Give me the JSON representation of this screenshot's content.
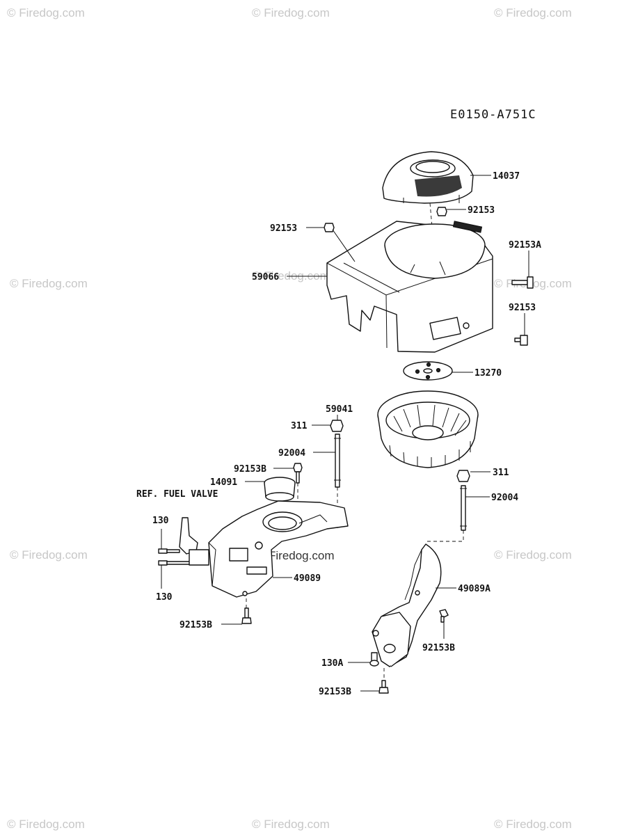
{
  "diagram_code": "E0150-A751C",
  "reference_label": "REF. FUEL VALVE",
  "watermark": "© Firedog.com",
  "center_watermark": "Firedog.com",
  "callouts": {
    "p14037": "14037",
    "p92153_top": "92153",
    "p92153_left": "92153",
    "p92153A": "92153A",
    "p59066": "59066",
    "p92153_right": "92153",
    "p13270": "13270",
    "p59041": "59041",
    "p311_left": "311",
    "p92004_left": "92004",
    "p92153B_top": "92153B",
    "p14091": "14091",
    "p311_right": "311",
    "p92004_right": "92004",
    "p130_top": "130",
    "p130_bottom": "130",
    "p49089": "49089",
    "p49089A": "49089A",
    "p92153B_left": "92153B",
    "p92153B_right": "92153B",
    "p130A": "130A",
    "p92153B_bottom": "92153B"
  }
}
